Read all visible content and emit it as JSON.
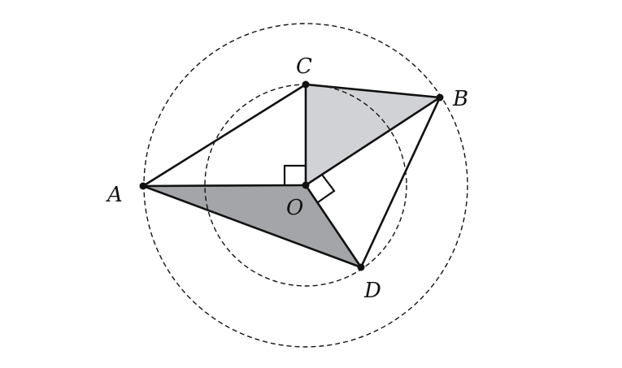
{
  "diagram": {
    "points": {
      "A": "A",
      "B": "B",
      "C": "C",
      "D": "D",
      "O": "O"
    }
  },
  "colors": {
    "line": "#111111",
    "shade_light": "#d0d2d5",
    "shade_dark": "#a3a5a8",
    "background": "#ffffff"
  }
}
